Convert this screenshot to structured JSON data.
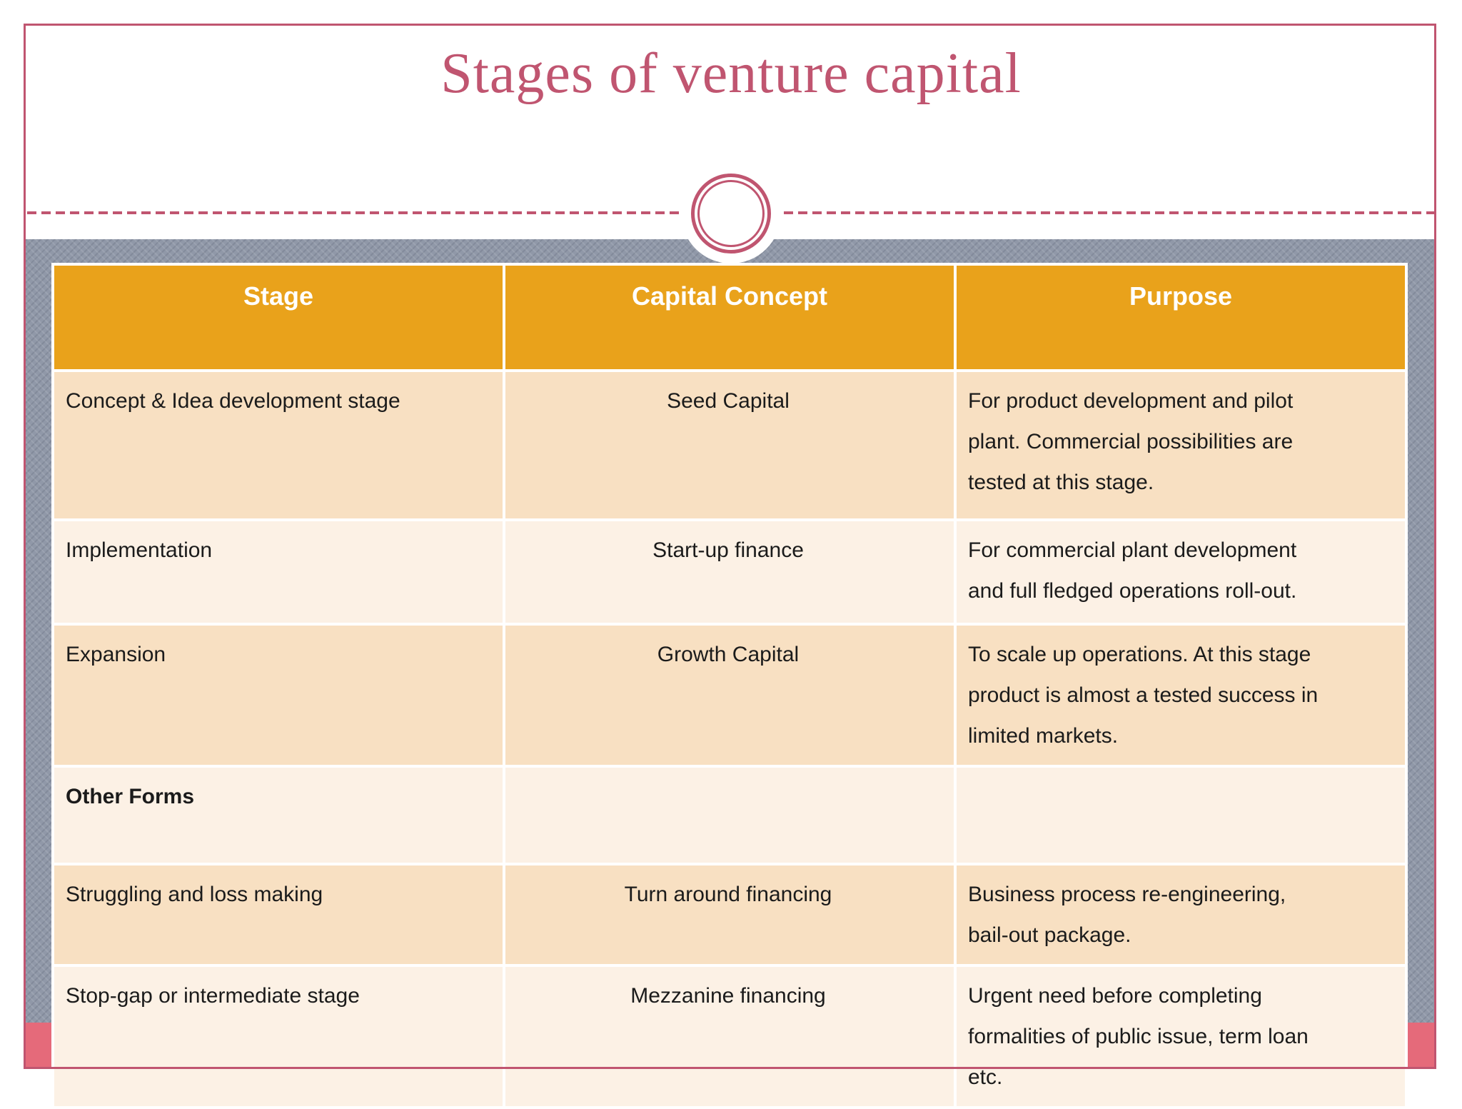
{
  "slide": {
    "title": "Stages of venture capital"
  },
  "table": {
    "headers": [
      "Stage",
      "Capital Concept",
      "Purpose"
    ],
    "rows": [
      {
        "stage": "Concept & Idea development stage",
        "capital_concept": "Seed Capital",
        "purpose": "For product development and pilot\nplant. Commercial possibilities are\ntested at this stage."
      },
      {
        "stage": "Implementation",
        "capital_concept": "Start-up finance",
        "purpose": "For commercial plant development\nand full fledged operations roll-out."
      },
      {
        "stage": "Expansion",
        "capital_concept": "Growth Capital",
        "purpose": "To scale up operations.  At this stage\nproduct is almost a tested success in\nlimited markets."
      },
      {
        "stage": "Other Forms",
        "capital_concept": "",
        "purpose": ""
      },
      {
        "stage": "Struggling and loss making",
        "capital_concept": "Turn around financing",
        "purpose": "Business process re-engineering,\nbail-out package."
      },
      {
        "stage": "Stop-gap or intermediate stage",
        "capital_concept": "Mezzanine financing",
        "purpose": "Urgent need before completing\nformalities of public issue, term loan\netc."
      }
    ]
  },
  "colors": {
    "accent_pink": "#C05570",
    "header_orange": "#E9A21B",
    "row_dark_peach": "#F8E0C2",
    "row_light_peach": "#FCF1E5",
    "band_gray": "#9098A8",
    "footer_rose": "#E56A7A",
    "header_text": "#FFFFFF",
    "body_text": "#1B1B1B"
  }
}
